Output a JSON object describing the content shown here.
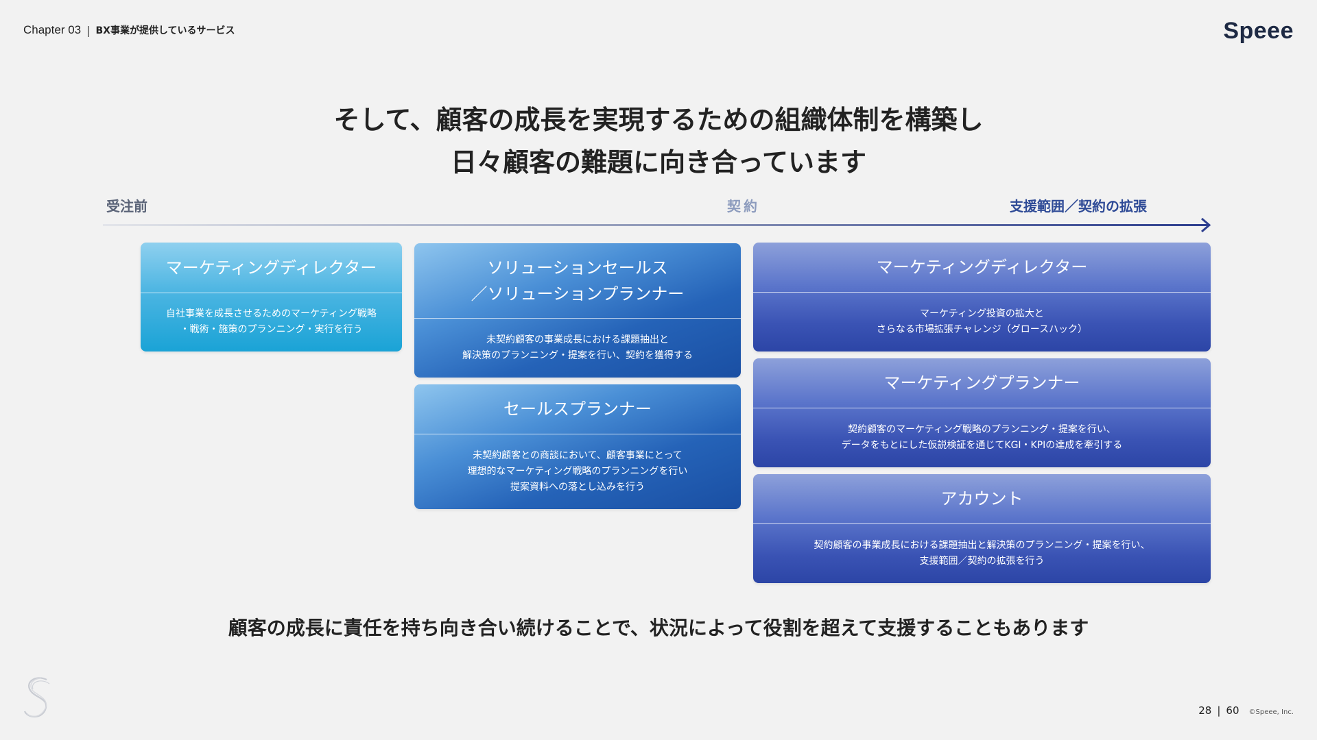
{
  "header": {
    "chapter": "Chapter 03",
    "separator": "|",
    "section": "BX事業が提供しているサービス",
    "brand": "Speee"
  },
  "headline": {
    "line1": "そして、顧客の成長を実現するための組織体制を構築し",
    "line2": "日々顧客の難題に向き合っています"
  },
  "stages": {
    "pre": "受注前",
    "contract": "契約",
    "expand": "支援範囲／契約の拡張"
  },
  "cards": [
    {
      "title": "マーケティングディレクター",
      "desc": [
        "自社事業を成長させるためのマーケティング戦略",
        "・戦術・施策のプランニング・実行を行う"
      ]
    },
    {
      "title": [
        "ソリューションセールス",
        "／ソリューションプランナー"
      ],
      "desc": [
        "未契約顧客の事業成長における課題抽出と",
        "解決策のプランニング・提案を行い、契約を獲得する"
      ]
    },
    {
      "title": "セールスプランナー",
      "desc": [
        "未契約顧客との商談において、顧客事業にとって",
        "理想的なマーケティング戦略のプランニングを行い",
        "提案資料への落とし込みを行う"
      ]
    },
    {
      "title": "マーケティングディレクター",
      "desc": [
        "マーケティング投資の拡大と",
        "さらなる市場拡張チャレンジ（グロースハック）"
      ]
    },
    {
      "title": "マーケティングプランナー",
      "desc": [
        "契約顧客のマーケティング戦略のプランニング・提案を行い、",
        "データをもとにした仮説検証を通じてKGI・KPIの達成を牽引する"
      ]
    },
    {
      "title": "アカウント",
      "desc": [
        "契約顧客の事業成長における課題抽出と解決策のプランニング・提案を行い、",
        "支援範囲／契約の拡張を行う"
      ]
    }
  ],
  "footer": {
    "message": "顧客の成長に責任を持ち向き合い続けることで、状況によって役割を超えて支援することもあります",
    "page_current": "28",
    "page_sep": "|",
    "page_total": "60",
    "copyright": "©Speee, Inc."
  },
  "colors": {
    "background": "#f2f2f2",
    "timeline_start": "#d9dce3",
    "timeline_end": "#2e3f8f",
    "cyan_card": "#1aa3d6",
    "blue_card": "#1a4fa3",
    "indigo_card": "#2c45a6"
  }
}
